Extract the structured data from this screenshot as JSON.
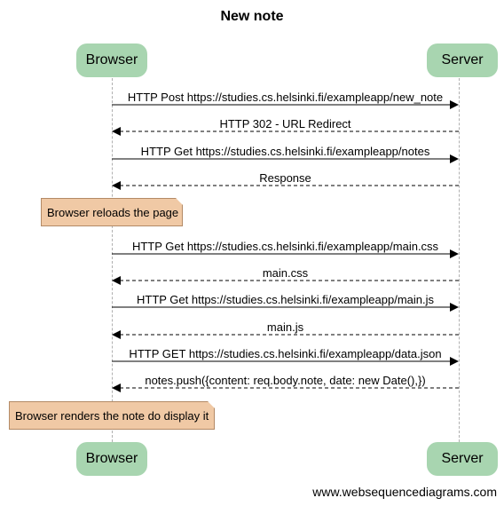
{
  "title": "New note",
  "participants": [
    "Browser",
    "Server"
  ],
  "messages": [
    {
      "label": "HTTP Post https://studies.cs.helsinki.fi/exampleapp/new_note",
      "dir": "right",
      "style": "solid"
    },
    {
      "label": "HTTP 302 - URL Redirect",
      "dir": "left",
      "style": "dashed"
    },
    {
      "label": "HTTP Get https://studies.cs.helsinki.fi/exampleapp/notes",
      "dir": "right",
      "style": "solid"
    },
    {
      "label": "Response",
      "dir": "left",
      "style": "dashed"
    },
    {
      "label": "HTTP Get https://studies.cs.helsinki.fi/exampleapp/main.css",
      "dir": "right",
      "style": "solid"
    },
    {
      "label": "main.css",
      "dir": "left",
      "style": "dashed"
    },
    {
      "label": "HTTP Get https://studies.cs.helsinki.fi/exampleapp/main.js",
      "dir": "right",
      "style": "solid"
    },
    {
      "label": "main.js",
      "dir": "left",
      "style": "dashed"
    },
    {
      "label": "HTTP GET https://studies.cs.helsinki.fi/exampleapp/data.json",
      "dir": "right",
      "style": "solid"
    },
    {
      "label": "notes.push({content: req.body.note, date: new Date(),})",
      "dir": "left",
      "style": "dashed"
    }
  ],
  "notes": [
    {
      "text": "Browser reloads the page"
    },
    {
      "text": "Browser renders the note do display it"
    }
  ],
  "footer": "www.websequencediagrams.com",
  "colors": {
    "participant_fill": "#a8d5b0",
    "note_fill": "#f0c9a5",
    "note_border": "#b38a66",
    "lifeline": "#b0b0b0"
  }
}
